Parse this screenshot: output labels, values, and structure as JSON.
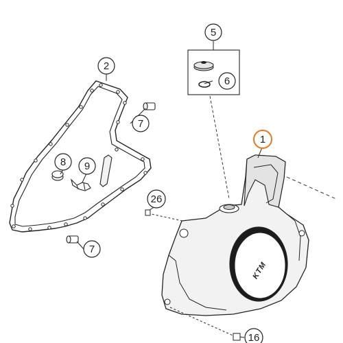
{
  "diagram": {
    "callouts": [
      {
        "id": "p1",
        "label": "1",
        "highlighted": true
      },
      {
        "id": "p2",
        "label": "2",
        "highlighted": false
      },
      {
        "id": "p5",
        "label": "5",
        "highlighted": false
      },
      {
        "id": "p6",
        "label": "6",
        "highlighted": false
      },
      {
        "id": "p7a",
        "label": "7",
        "highlighted": false
      },
      {
        "id": "p7b",
        "label": "7",
        "highlighted": false
      },
      {
        "id": "p8",
        "label": "8",
        "highlighted": false
      },
      {
        "id": "p9",
        "label": "9",
        "highlighted": false
      },
      {
        "id": "p16",
        "label": "16",
        "highlighted": false
      },
      {
        "id": "p26",
        "label": "26",
        "highlighted": false
      }
    ],
    "cover_brand": "KTM",
    "colors": {
      "line": "#222222",
      "highlight": "#e87722",
      "part_fill": "#f2f2f2",
      "part_shade": "#c8c8c8",
      "badge_fill": "#ffffff"
    }
  }
}
